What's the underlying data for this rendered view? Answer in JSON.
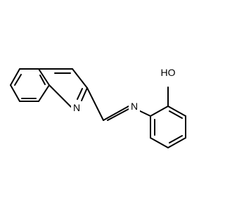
{
  "molecule": {
    "atom_labels": {
      "quinoline_n": "N",
      "imine_n": "N",
      "hydroxyl": "HO"
    },
    "colors": {
      "bond": "#000000",
      "label": "#000000",
      "background": "#ffffff"
    }
  }
}
